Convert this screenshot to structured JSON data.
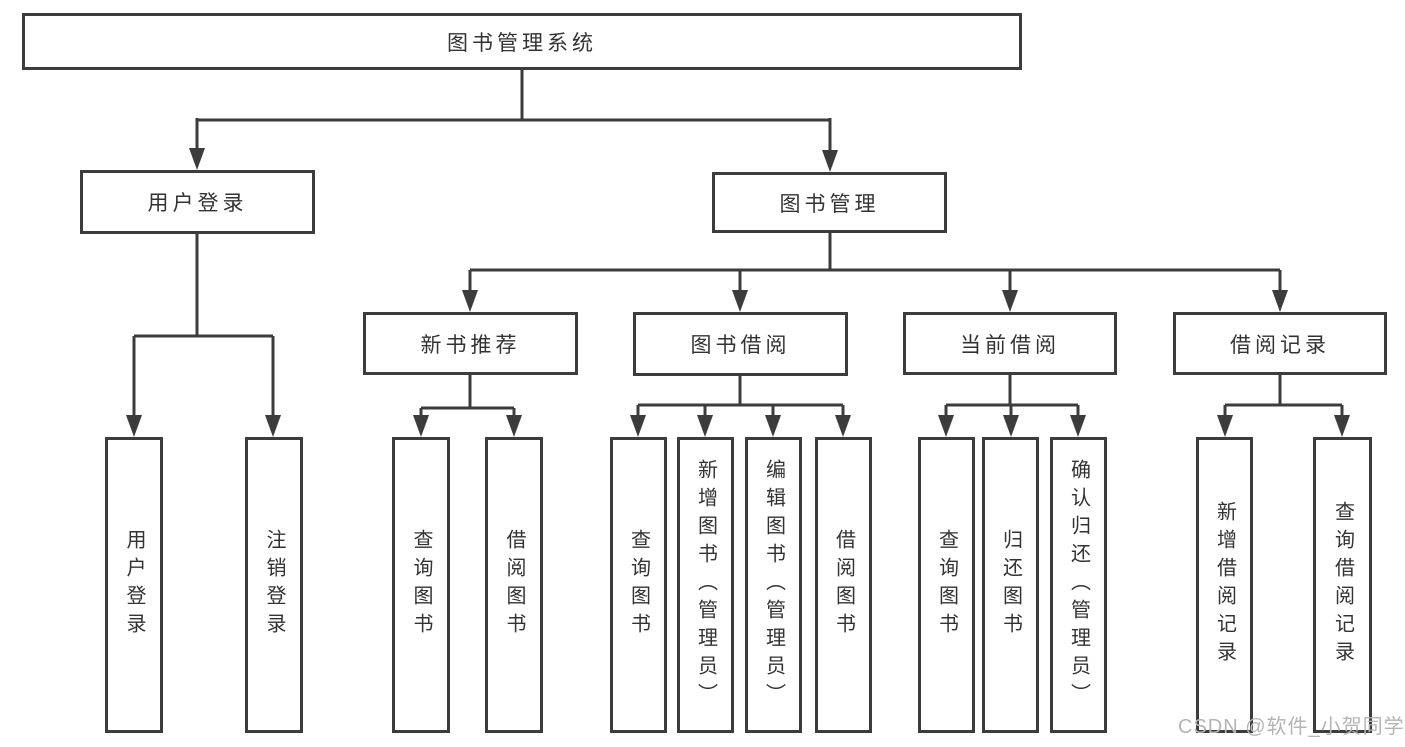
{
  "tree": {
    "root": {
      "label": "图书管理系统"
    },
    "branches": [
      {
        "label": "用户登录",
        "children": [
          {
            "label": "用户登录"
          },
          {
            "label": "注销登录"
          }
        ]
      },
      {
        "label": "图书管理",
        "children": [
          {
            "label": "新书推荐",
            "children": [
              {
                "label": "查询图书"
              },
              {
                "label": "借阅图书"
              }
            ]
          },
          {
            "label": "图书借阅",
            "children": [
              {
                "label": "查询图书"
              },
              {
                "label": "新增图书（管理员）"
              },
              {
                "label": "编辑图书（管理员）"
              },
              {
                "label": "借阅图书"
              }
            ]
          },
          {
            "label": "当前借阅",
            "children": [
              {
                "label": "查询图书"
              },
              {
                "label": "归还图书"
              },
              {
                "label": "确认归还（管理员）"
              }
            ]
          },
          {
            "label": "借阅记录",
            "children": [
              {
                "label": "新增借阅记录"
              },
              {
                "label": "查询借阅记录"
              }
            ]
          }
        ]
      }
    ]
  },
  "watermark": {
    "text": "CSDN @软件_小贺同学"
  },
  "colors": {
    "line": "#3c3c3c",
    "text": "#333333",
    "background": "#ffffff",
    "watermark": "#b4b4b4"
  }
}
